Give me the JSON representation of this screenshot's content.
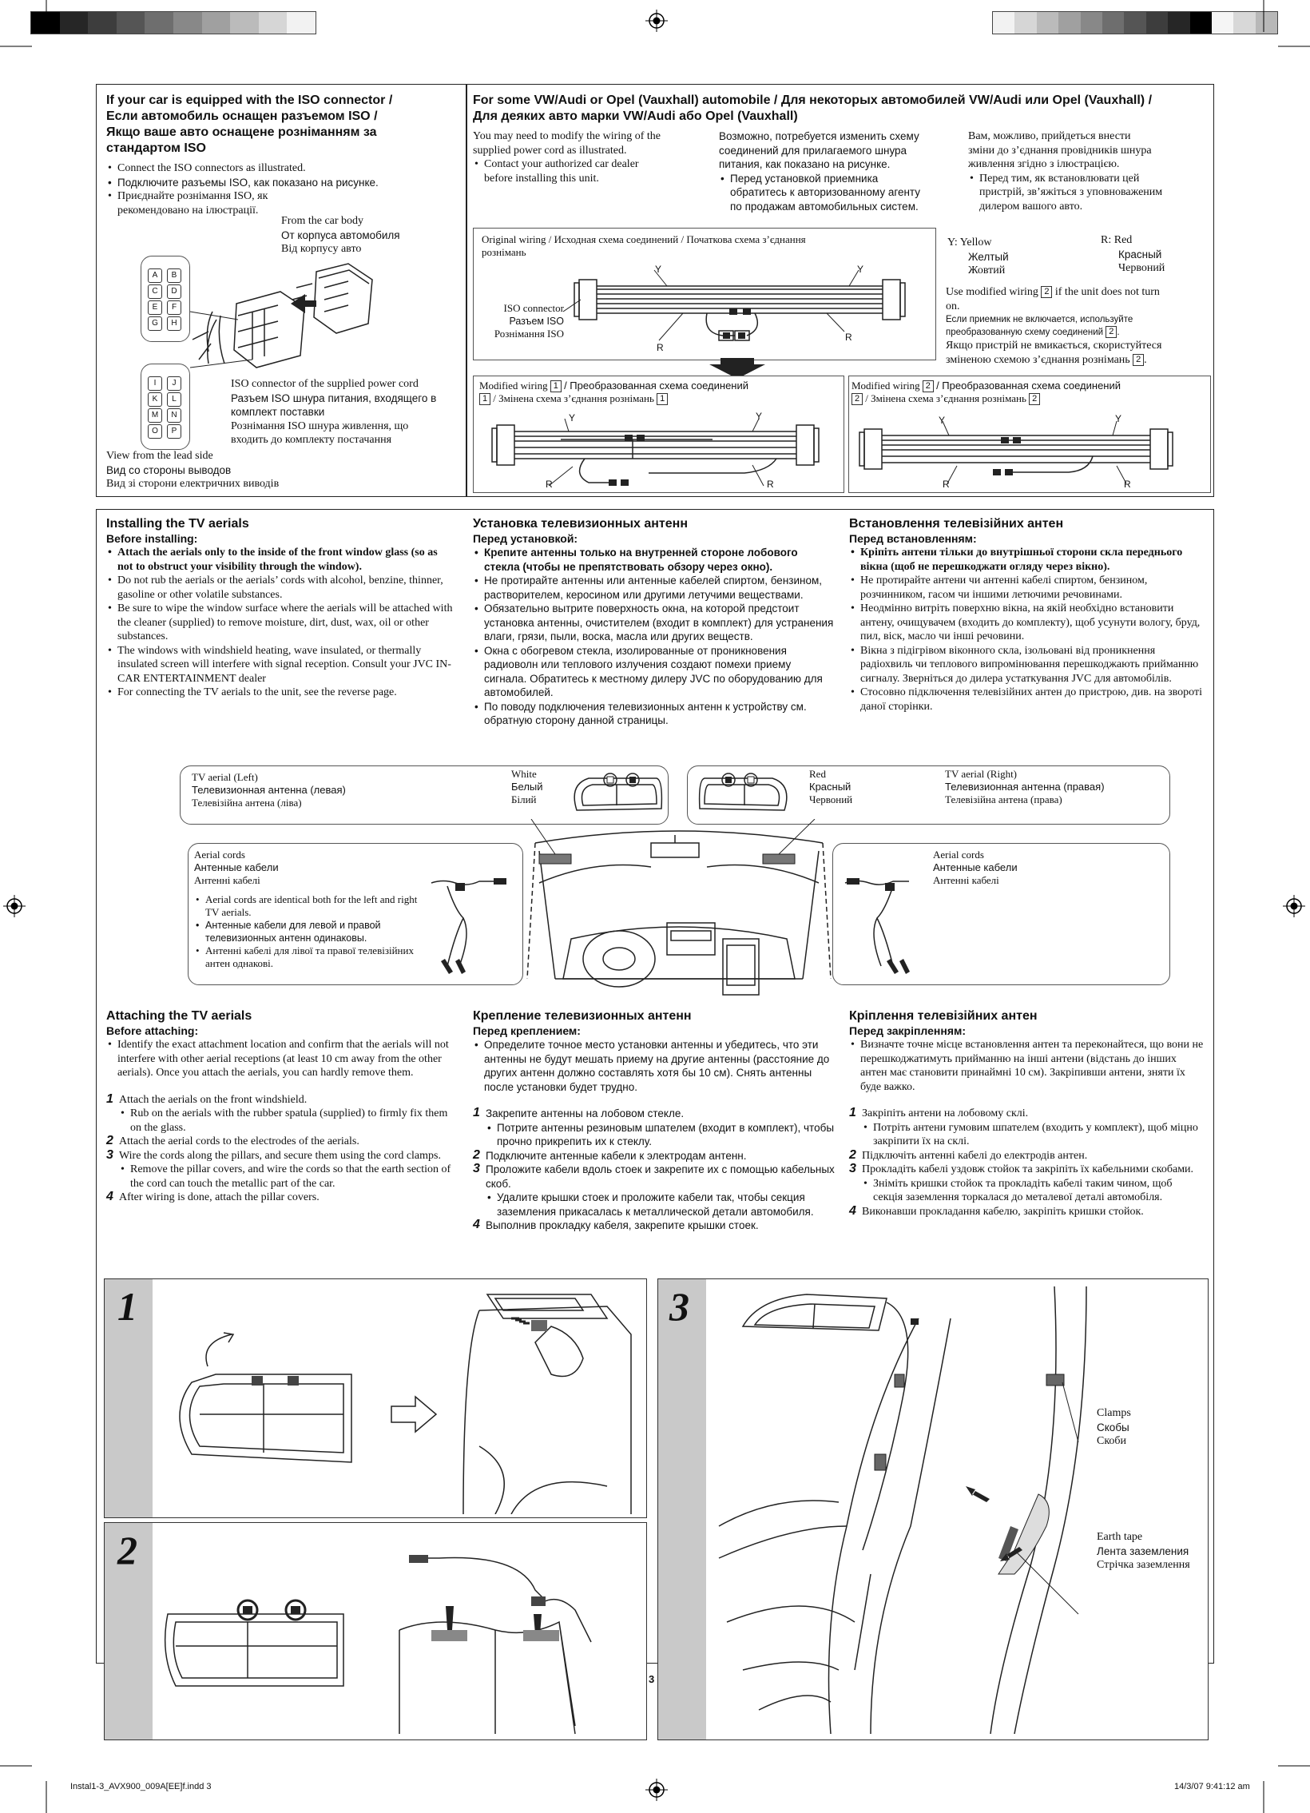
{
  "color_bars": {
    "left": [
      "#000000",
      "#262626",
      "#3d3d3d",
      "#555555",
      "#6e6e6e",
      "#888888",
      "#a0a0a0",
      "#bbbbbb",
      "#d6d6d6",
      "#f2f2f2"
    ],
    "right": [
      "#f2f2f2",
      "#d6d6d6",
      "#bbbbbb",
      "#a0a0a0",
      "#888888",
      "#6e6e6e",
      "#555555",
      "#3d3d3d",
      "#262626",
      "#000000",
      "#f5f5f5",
      "#d8d8d8",
      "#b8b8b8"
    ]
  },
  "iso": {
    "title_en": "If your car is equipped with the ISO connector /",
    "title_ru": "Если автомобиль оснащен разъемом ISO /",
    "title_uk_1": "Якщо ваше авто оснащене розніманням за",
    "title_uk_2": "стандартом ISO",
    "bullets": [
      "Connect the ISO connectors as illustrated.",
      "Подключите разъемы ISO, как показано на рисунке.",
      "Приєднайте рознімання ISO, як рекомендовано на ілюстрації."
    ],
    "from_car_en": "From the car body",
    "from_car_ru": "От корпуса автомобиля",
    "from_car_uk": "Від корпусу авто",
    "supplied_en": "ISO connector of the supplied power cord",
    "supplied_ru_1": "Разъем ISO шнура питания, входящего в",
    "supplied_ru_2": "комплект поставки",
    "supplied_uk_1": "Рознімання ISO шнура живлення, що",
    "supplied_uk_2": "входить до комплекту постачання",
    "view_en": "View from the lead side",
    "view_ru": "Вид со стороны выводов",
    "view_uk": "Вид зі сторони електричних виводів",
    "pins_top": [
      "A",
      "B",
      "C",
      "D",
      "E",
      "F",
      "G",
      "H"
    ],
    "pins_bottom": [
      "I",
      "J",
      "K",
      "L",
      "M",
      "N",
      "O",
      "P"
    ]
  },
  "vw": {
    "title_1": "For some VW/Audi or Opel (Vauxhall) automobile / Для некоторых автомобилей VW/Audi или Opel (Vauxhall) /",
    "title_2": "Для деяких авто марки VW/Audi або Opel (Vauxhall)",
    "col_en_1": "You may need to modify the wiring of the",
    "col_en_2": "supplied power cord as illustrated.",
    "col_en_b1": "Contact your authorized car dealer",
    "col_en_b2": "before installing this unit.",
    "col_ru_1": "Возможно, потребуется изменить схему",
    "col_ru_2": "соединений для прилагаемого шнура",
    "col_ru_3": "питания, как показано на рисунке.",
    "col_ru_b1": "Перед установкой приемника",
    "col_ru_b2": "обратитесь к авторизованному агенту",
    "col_ru_b3": "по продажам автомобильных систем.",
    "col_uk_1": "Вам, можливо, прийдеться внести",
    "col_uk_2": "зміни до з’єднання провідників шнура",
    "col_uk_3": "живлення згідно з ілюстрацією.",
    "col_uk_b1": "Перед тим, як встановлювати цей",
    "col_uk_b2": "пристрій, зв’яжіться з уповноваженим",
    "col_uk_b3": "дилером вашого авто.",
    "orig_label_1": "Original wiring / Исходная схема соединений / Початкова схема з’єднання",
    "orig_label_2": "рознімань",
    "iso_connector_en": "ISO connector",
    "iso_connector_ru": "Разъем ISO",
    "iso_connector_uk": "Рознімання ISO",
    "y_letter": "Y",
    "r_letter": "R",
    "legend_y_en": "Y:  Yellow",
    "legend_y_ru": "Желтый",
    "legend_y_uk": "Жовтий",
    "legend_r_en": "R:  Red",
    "legend_r_ru": "Красный",
    "legend_r_uk": "Червоний",
    "use_en_a": "Use modified wiring",
    "use_en_b": "if the unit does not turn",
    "use_en_c": "on.",
    "use_ru_1": "Если приемник не включается, используйте",
    "use_ru_2": "преобразованную схему соединений",
    "use_uk_1": "Якщо пристрій не вмикається, скористуйтеся",
    "use_uk_2": "зміненою схемою з’єднання рознімань",
    "mod1_a": "Modified wiring",
    "mod1_b": "/ Преобразованная схема соединений",
    "mod1_c": "/ Змінена схема з’єднання рознімань",
    "mod2_a": "Modified wiring",
    "mod2_b": "/ Преобразованная схема соединений",
    "mod2_c": "/ Змінена схема з’єднання рознімань",
    "n1": "1",
    "n2": "2"
  },
  "install": {
    "en_title": "Installing the TV aerials",
    "en_sub": "Before installing:",
    "en_bold": [
      "Attach the aerials only to the inside of the front window glass (so as not to obstruct your visibility through the window)."
    ],
    "en_items": [
      "Do not rub the aerials or the aerials’ cords with alcohol, benzine, thinner, gasoline or other volatile substances.",
      "Be sure to wipe the window surface where the aerials will be attached with the cleaner (supplied) to remove moisture, dirt, dust, wax, oil or other substances.",
      "The windows with windshield heating, wave insulated, or thermally insulated screen will interfere with signal reception. Consult your JVC IN-CAR ENTERTAINMENT dealer",
      "For connecting the TV aerials to the unit, see the reverse page."
    ],
    "ru_title": "Установка телевизионных антенн",
    "ru_sub": "Перед установкой:",
    "ru_bold": [
      "Крепите антенны только на внутренней стороне лобового стекла (чтобы не препятствовать обзору через окно)."
    ],
    "ru_items": [
      "Не протирайте антенны или антенные кабелей спиртом, бензином, растворителем, керосином или другими летучими веществами.",
      "Обязательно вытрите поверхность окна, на которой предстоит установка антенны, очистителем (входит в комплект) для устранения влаги, грязи, пыли, воска, масла или других веществ.",
      "Окна с обогревом стекла, изолированные от проникновения радиоволн или теплового излучения создают помехи приему сигнала. Обратитесь к местному дилеру JVC по оборудованию для автомобилей.",
      "По поводу подключения телевизионных антенн к устройству см. обратную сторону данной страницы."
    ],
    "uk_title": "Встановлення телевізійних антен",
    "uk_sub": "Перед встановленням:",
    "uk_bold": [
      "Кріпіть антени тільки до внутрішньої сторони скла переднього вікна (щоб не перешкоджати огляду через вікно)."
    ],
    "uk_items": [
      "Не протирайте антени чи антенні кабелі спиртом, бензином, розчинником, гасом чи іншими летючими речовинами.",
      "Неодмінно витріть поверхню вікна, на якій необхідно встановити антену, очищувачем (входить до комплекту), щоб усунути вологу, бруд, пил, віск, масло чи інші речовини.",
      "Вікна з підігрівом віконного скла, ізольовані від проникнення радіохвиль чи теплового випромінювання перешкоджають прийманню сигналу. Зверніться до дилера устаткування JVC для автомобілів.",
      "Стосовно підключення телевізійних антен до пристрою, див. на звороті даної сторінки."
    ]
  },
  "aerial_fig": {
    "left_en": "TV aerial (Left)",
    "left_ru": "Телевизионная антенна (левая)",
    "left_uk": "Телевізійна антена (ліва)",
    "white_en": "White",
    "white_ru": "Белый",
    "white_uk": "Білий",
    "red_en": "Red",
    "red_ru": "Красный",
    "red_uk": "Червоний",
    "right_en": "TV aerial (Right)",
    "right_ru": "Телевизионная антенна (правая)",
    "right_uk": "Телевізійна антена (права)",
    "cords_en": "Aerial cords",
    "cords_ru": "Антенные кабели",
    "cords_uk": "Антенні кабелі",
    "note_en": "Aerial cords are identical both for the left and right TV aerials.",
    "note_ru": "Антенные кабели для левой и правой телевизионных антенн одинаковы.",
    "note_uk": "Антенні кабелі для лівої та правої телевізійних антен однакові."
  },
  "attach": {
    "en_title": "Attaching the TV aerials",
    "en_sub": "Before attaching:",
    "en_bullet": "Identify the exact attachment location and confirm that the aerials will not interfere with other aerial receptions (at least 10 cm away from the other aerials). Once you attach the aerials, you can hardly remove them.",
    "en_steps": [
      {
        "n": "1",
        "t": "Attach the aerials on the front windshield.",
        "s": "Rub on the aerials with the rubber spatula (supplied) to firmly fix them on the glass."
      },
      {
        "n": "2",
        "t": "Attach the aerial cords to the electrodes of the aerials.",
        "s": ""
      },
      {
        "n": "3",
        "t": "Wire the cords along the pillars, and secure them using the cord clamps.",
        "s": "Remove the pillar covers, and wire the cords so that the earth section of the cord can touch the metallic part of the car."
      },
      {
        "n": "4",
        "t": "After wiring is done, attach the pillar covers.",
        "s": ""
      }
    ],
    "ru_title": "Крепление телевизионных антенн",
    "ru_sub": "Перед креплением:",
    "ru_bullet": "Определите точное место установки антенны и убедитесь, что эти антенны не будут мешать приему на другие антенны (расстояние до других антенн должно составлять хотя бы 10 см). Снять антенны после установки будет трудно.",
    "ru_steps": [
      {
        "n": "1",
        "t": "Закрепите антенны на лобовом стекле.",
        "s": "Потрите антенны резиновым шпателем (входит в комплект), чтобы прочно прикрепить их к стеклу."
      },
      {
        "n": "2",
        "t": "Подключите антенные кабели к электродам антенн.",
        "s": ""
      },
      {
        "n": "3",
        "t": "Проложите кабели вдоль стоек и закрепите их с помощью кабельных скоб.",
        "s": "Удалите крышки стоек и проложите кабели так, чтобы секция заземления прикасалась к металлической детали автомобиля."
      },
      {
        "n": "4",
        "t": "Выполнив прокладку кабеля, закрепите крышки стоек.",
        "s": ""
      }
    ],
    "uk_title": "Кріплення телевізійних антен",
    "uk_sub": "Перед закріпленням:",
    "uk_bullet": "Визначте точне місце встановлення антен та переконайтеся, що вони не перешкоджатимуть прийманню на інші антени (відстань до інших антен має становити принаймні 10 см). Закріпивши антени, зняти їх буде важко.",
    "uk_steps": [
      {
        "n": "1",
        "t": "Закріпіть антени на лобовому склі.",
        "s": "Потріть антени гумовим шпателем (входить у комплект), щоб міцно закріпити їх на склі."
      },
      {
        "n": "2",
        "t": "Підключіть антенні кабелі до електродів антен.",
        "s": ""
      },
      {
        "n": "3",
        "t": "Прокладіть кабелі уздовж стойок та закріпіть їх кабельними скобами.",
        "s": "Зніміть кришки стойок та прокладіть кабелі таким чином, щоб секція заземлення торкалася до металевої деталі автомобіля."
      },
      {
        "n": "4",
        "t": "Виконавши прокладання кабелю, закріпіть кришки стойок.",
        "s": ""
      }
    ]
  },
  "figures": {
    "p1": "1",
    "p2": "2",
    "p3": "3",
    "clamps_en": "Clamps",
    "clamps_ru": "Скобы",
    "clamps_uk": "Скоби",
    "earth_en": "Earth tape",
    "earth_ru": "Лента заземления",
    "earth_uk": "Стрічка заземлення"
  },
  "footer": {
    "page": "3",
    "file": "Instal1-3_AVX900_009A[EE]f.indd   3",
    "date": "14/3/07   9:41:12 am"
  }
}
